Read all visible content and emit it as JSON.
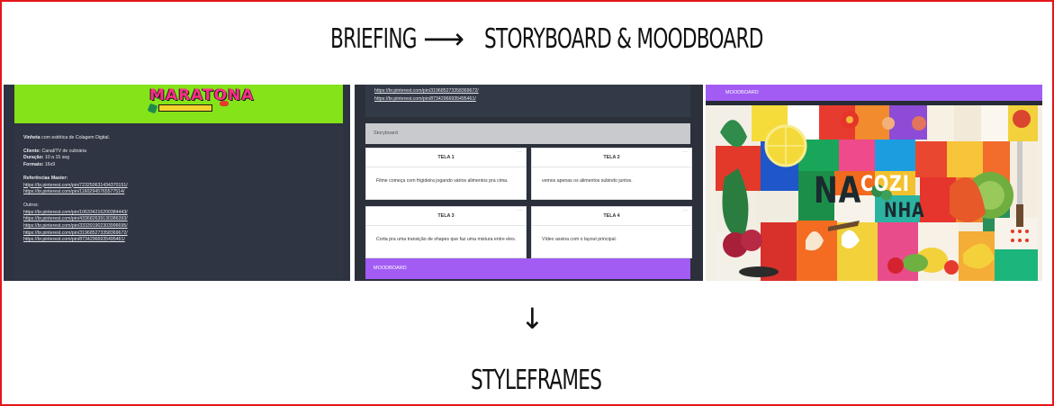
{
  "headings": {
    "briefing": "BRIEFING",
    "arrow_right": "⟶",
    "storyboard_moodboard": "STORYBOARD & MOODBOARD",
    "arrow_down": "↓",
    "styleframes": "STYLEFRAMES"
  },
  "briefing_panel": {
    "logo_text": "MARATONA",
    "intro_bold": "Vinheta",
    "intro_rest": " com estética de Colagem Digital.",
    "client_label": "Cliente:",
    "client_value": " Canal/TV de culinária",
    "duration_label": "Duração:",
    "duration_value": " 10 a 15 seg",
    "format_label": "Formato:",
    "format_value": " 16x9",
    "master_refs_label": "Referências Master:",
    "master_refs": [
      "https://br.pinterest.com/pin/723250631434370151/",
      "https://br.pinterest.com/pin/11602945765577514/"
    ],
    "others_label": "Outros:",
    "others": [
      "https://br.pinterest.com/pin/106334216200384443/",
      "https://br.pinterest.com/pin/433682639130386393/",
      "https://br.pinterest.com/pin/333391902303996695/",
      "https://br.pinterest.com/pin/319685273358369672/",
      "https://br.pinterest.com/pin/87342966935495461/"
    ]
  },
  "storyboard_panel": {
    "top_links": [
      "https://br.pinterest.com/pin/319685273358369672/",
      "https://br.pinterest.com/pin/87342966935495461/"
    ],
    "storyboard_label": "Storyboard",
    "telas": [
      {
        "title": "TELA 1",
        "text": "Filme começa com frigideira jogando vários alimentos pra cima."
      },
      {
        "title": "TELA 2",
        "text": "vemos apenas os alimentos subindo juntos."
      },
      {
        "title": "TELA 3",
        "text": "Corta pra uma transição de shapes que faz uma mistura entre eles."
      },
      {
        "title": "TELA 4",
        "text": "Vídeo assina com o layout principal."
      }
    ],
    "menu_glyph": "···",
    "moodboard_label": "MOODBOARD"
  },
  "moodboard_panel": {
    "header_label": "MOODBOARD",
    "collage_words": [
      "NA",
      "COZI",
      "NHA"
    ]
  },
  "colors": {
    "frame_red": "#e4161b",
    "banner_green": "#84e319",
    "moodboard_purple": "#a25cf3",
    "dark_panel": "#2d3340"
  }
}
